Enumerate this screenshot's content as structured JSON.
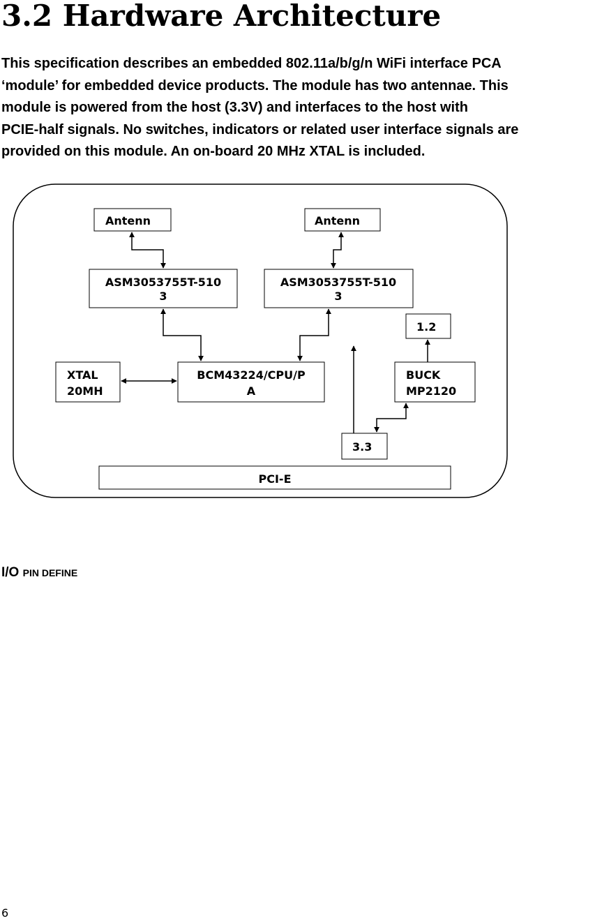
{
  "section": {
    "title": "3.2 Hardware Architecture",
    "paragraph_lines": [
      "This specification describes an embedded 802.11a/b/g/n WiFi interface PCA",
      "‘module’ for embedded device products. The module has two antennae. This",
      "module is powered from the host (3.3V) and interfaces to the host with",
      "PCIE-half signals. No switches, indicators or related user interface signals are",
      "provided on this module. An on-board 20 MHz XTAL is included."
    ]
  },
  "diagram": {
    "antenna_left": "Antenn",
    "antenna_right": "Antenn",
    "asm_left": [
      "ASM3053755T-510",
      "3"
    ],
    "asm_right": [
      "ASM3053755T-510",
      "3"
    ],
    "v12": "1.2",
    "xtal": [
      "XTAL",
      "20MH"
    ],
    "bcm": [
      "BCM43224/CPU/P",
      "A"
    ],
    "buck": [
      "BUCK",
      "MP2120"
    ],
    "v33": "3.3",
    "pcie": "PCI-E"
  },
  "io_define": {
    "prefix": "I/O",
    "rest": "PIN DEFINE"
  },
  "page_number": "6"
}
